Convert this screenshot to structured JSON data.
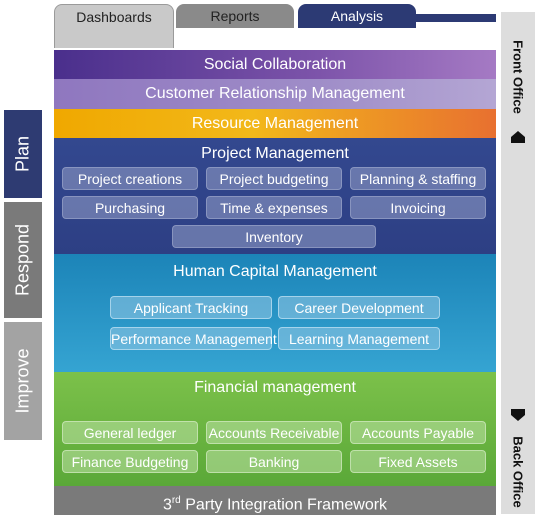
{
  "tabs": [
    {
      "label": "Dashboards"
    },
    {
      "label": "Reports"
    },
    {
      "label": "Analysis"
    }
  ],
  "bands": {
    "social": "Social Collaboration",
    "crm": "Customer Relationship Management",
    "resource": "Resource Management",
    "project": {
      "title": "Project Management",
      "items": [
        "Project creations",
        "Project budgeting",
        "Planning & staffing",
        "Purchasing",
        "Time & expenses",
        "Invoicing",
        "Inventory"
      ]
    },
    "hcm": {
      "title": "Human Capital Management",
      "items": [
        "Applicant Tracking",
        "Career Development",
        "Performance Management",
        "Learning Management"
      ]
    },
    "financial": {
      "title": "Financial management",
      "items": [
        "General ledger",
        "Accounts Receivable",
        "Accounts Payable",
        "Finance Budgeting",
        "Banking",
        "Fixed Assets"
      ]
    },
    "integration": {
      "prefix": "3",
      "sup": "rd",
      "suffix": " Party Integration Framework"
    }
  },
  "side_labels": {
    "plan": "Plan",
    "respond": "Respond",
    "improve": "Improve"
  },
  "right_labels": {
    "front": "Front Office",
    "back": "Back Office"
  },
  "colors": {
    "navy": "#2e3b72",
    "purple": "#4a2f8c",
    "lavender": "#9f8dc8",
    "orange": "#f0a800",
    "blue": "#1c84b8",
    "green": "#5aa838",
    "gray": "#7a7a7a"
  }
}
